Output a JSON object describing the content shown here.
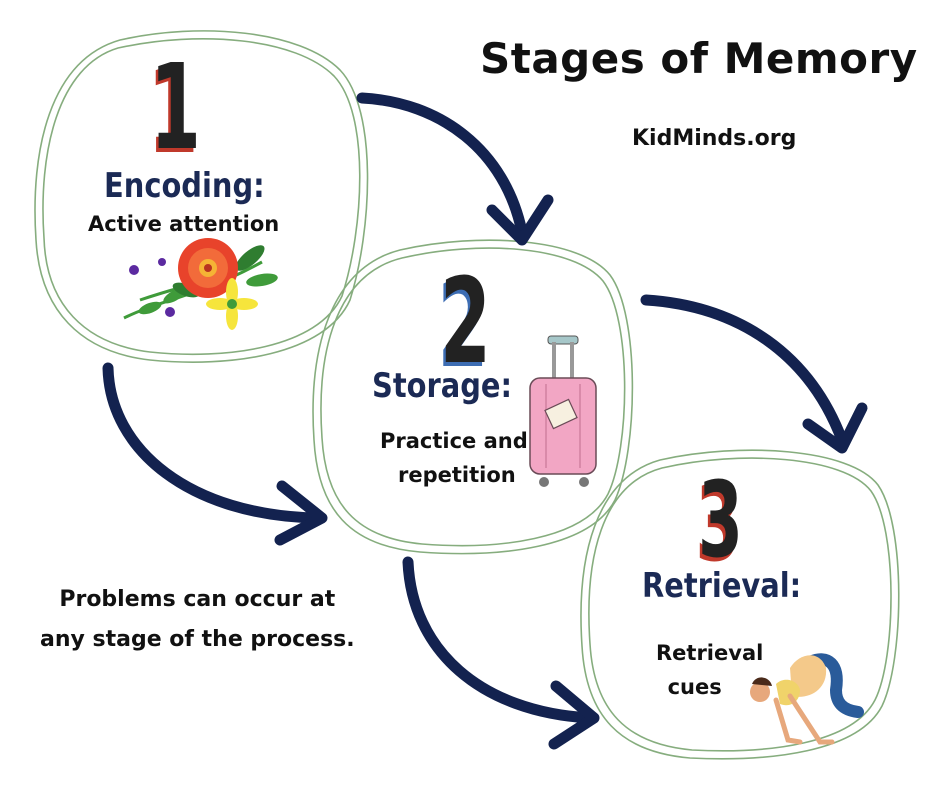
{
  "title": "Stages of Memory",
  "site": "KidMinds.org",
  "stages": [
    {
      "number": "1",
      "name": "Encoding:",
      "description": "Active attention"
    },
    {
      "number": "2",
      "name": "Storage:",
      "description_line1": "Practice and",
      "description_line2": "repetition"
    },
    {
      "number": "3",
      "name": "Retrieval:",
      "description_line1": "Retrieval",
      "description_line2": "cues"
    }
  ],
  "note": {
    "line1": "Problems can occur at",
    "line2": "any stage of the process."
  },
  "colors": {
    "arrow": "#13224f",
    "circle": "#86ad7e",
    "text": "#111111",
    "stage_name": "#1b2a55",
    "accent_red": "#c0392b",
    "accent_blue": "#3d6db3",
    "suitcase": "#f2a6c4",
    "flower": "#e8432b"
  },
  "icons": [
    "flower-bouquet-icon",
    "suitcase-icon",
    "yoga-person-icon"
  ]
}
